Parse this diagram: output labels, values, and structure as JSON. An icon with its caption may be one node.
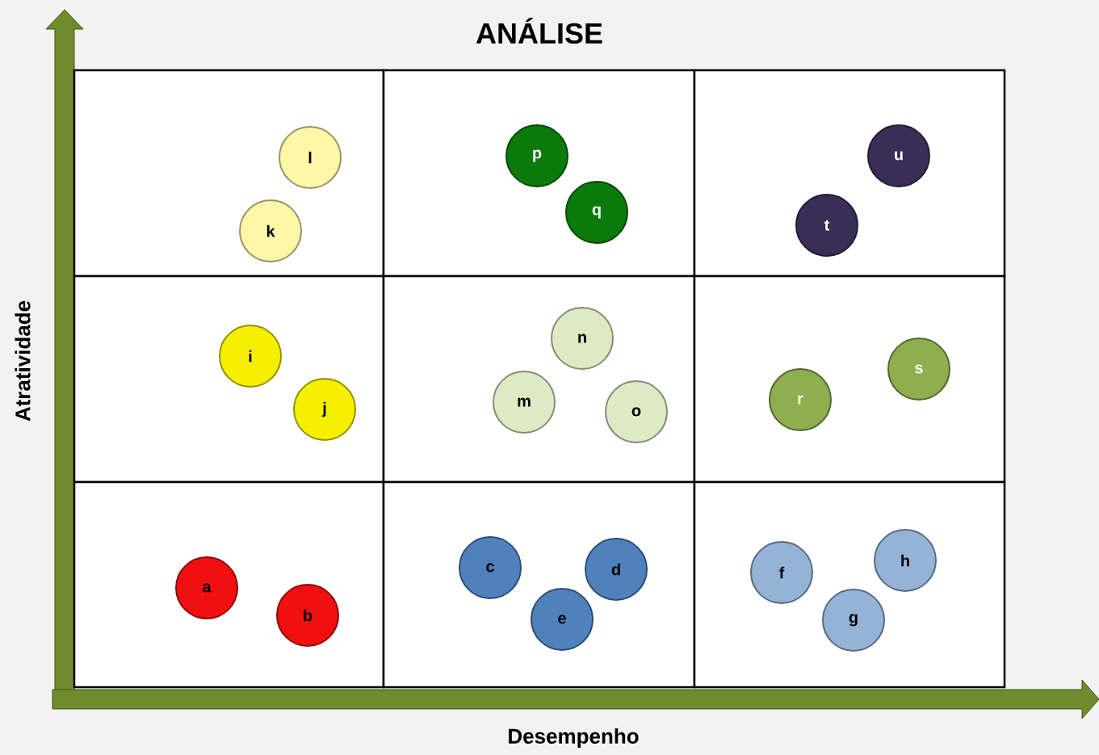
{
  "diagram": {
    "title": "ANÁLISE",
    "nodes": [
      {
        "text": [],
        "shape": "box"
      },
      {
        "text": [
          "l"
        ],
        "in": 0
      },
      {
        "text": [
          "k"
        ],
        "in": 0
      },
      {
        "text": [],
        "shape": "box"
      },
      {
        "text": [
          "p"
        ],
        "in": 3
      },
      {
        "text": [
          "q"
        ],
        "in": 3
      },
      {
        "text": [],
        "shape": "box"
      },
      {
        "text": [
          "u"
        ],
        "in": 6
      },
      {
        "text": [
          "t"
        ],
        "in": 6
      },
      {
        "text": [],
        "shape": "box"
      },
      {
        "text": [
          "i"
        ],
        "in": 9
      },
      {
        "text": [
          "j"
        ],
        "in": 9
      },
      {
        "text": [],
        "shape": "box"
      },
      {
        "text": [
          "n"
        ],
        "in": 12
      },
      {
        "text": [
          "m"
        ],
        "in": 12
      },
      {
        "text": [
          "o"
        ],
        "in": 12
      },
      {
        "text": [],
        "shape": "box"
      },
      {
        "text": [
          "s"
        ],
        "in": 16
      },
      {
        "text": [
          "r"
        ],
        "in": 16
      },
      {
        "text": [],
        "shape": "box"
      },
      {
        "text": [
          "a"
        ],
        "in": 19
      },
      {
        "text": [
          "b"
        ],
        "in": 19
      },
      {
        "text": [],
        "shape": "box"
      },
      {
        "text": [
          "c"
        ],
        "in": 22
      },
      {
        "text": [
          "d"
        ],
        "in": 22
      },
      {
        "text": [
          "e"
        ],
        "in": 22
      },
      {
        "text": [],
        "shape": "box"
      },
      {
        "text": [
          "f"
        ],
        "in": 26
      },
      {
        "text": [
          "h"
        ],
        "in": 26
      },
      {
        "text": [
          "g"
        ],
        "in": 26
      }
    ],
    "labels": [
      "Atratividade",
      "Desempenho"
    ]
  }
}
